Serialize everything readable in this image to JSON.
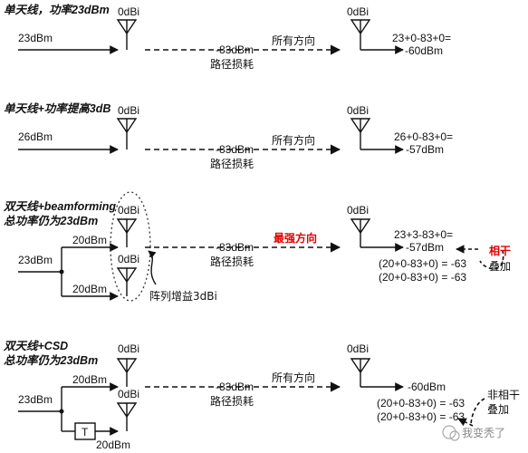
{
  "colors": {
    "highlight": "#e00000",
    "line": "#111111"
  },
  "panels": [
    {
      "title": "单天线，功率23dBm",
      "input": "23dBm",
      "antenna_gain": "0dBi",
      "path_loss": "-83dBm",
      "path_loss_label": "路径损耗",
      "direction": "所有方向",
      "rx_gain": "0dBi",
      "calc_line1": "23+0-83+0=",
      "calc_line2": "-60dBm"
    },
    {
      "title": "单天线+功率提高3dB",
      "input": "26dBm",
      "antenna_gain": "0dBi",
      "path_loss": "-83dBm",
      "path_loss_label": "路径损耗",
      "direction": "所有方向",
      "rx_gain": "0dBi",
      "calc_line1": "26+0-83+0=",
      "calc_line2": "-57dBm"
    },
    {
      "title_line1": "双天线+beamforming",
      "title_line2": "总功率仍为23dBm",
      "input": "23dBm",
      "branch_top": "20dBm",
      "branch_bottom": "20dBm",
      "antenna_gain": "0dBi",
      "path_loss": "-83dBm",
      "path_loss_label": "路径损耗",
      "direction": "最强方向",
      "rx_gain": "0dBi",
      "calc_line1": "23+3-83+0=",
      "calc_line2": "-57dBm",
      "sum1": "(20+0-83+0) = -63",
      "sum2": "(20+0-83+0) = -63",
      "combine_line1": "相干",
      "combine_line2": "叠加",
      "array_gain": "阵列增益3dBi"
    },
    {
      "title_line1": "双天线+CSD",
      "title_line2": "总功率仍为23dBm",
      "input": "23dBm",
      "branch_top": "20dBm",
      "branch_bottom": "20dBm",
      "delay_box": "T",
      "antenna_gain": "0dBi",
      "path_loss": "-83dBm",
      "path_loss_label": "路径损耗",
      "direction": "所有方向",
      "rx_gain": "0dBi",
      "result": "-60dBm",
      "sum1": "(20+0-83+0) = -63",
      "sum2": "(20+0-83+0) = -63",
      "combine_line1": "非相干",
      "combine_line2": "叠加"
    }
  ],
  "watermark": "我变秃了"
}
